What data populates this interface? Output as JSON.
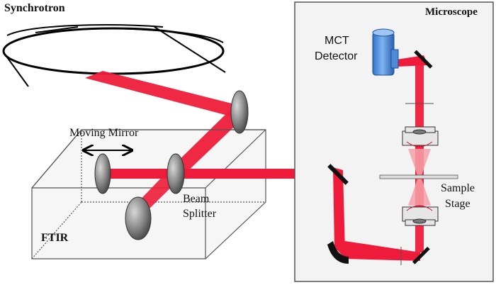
{
  "labels": {
    "synchrotron": "Synchrotron",
    "microscope": "Microscope",
    "mct_line1": "MCT",
    "mct_line2": "Detector",
    "moving_mirror": "Moving Mirror",
    "beam_line1": "Beam",
    "beam_line2": "Splitter",
    "ftir": "FTIR",
    "sample_line1": "Sample",
    "sample_line2": "Stage"
  },
  "colors": {
    "beam": "#ee1c3a",
    "beam_dark": "#c8102e",
    "detector_blue": "#3d7fd6",
    "mirror_gray": "#8a8a8a",
    "outline": "#000000"
  }
}
